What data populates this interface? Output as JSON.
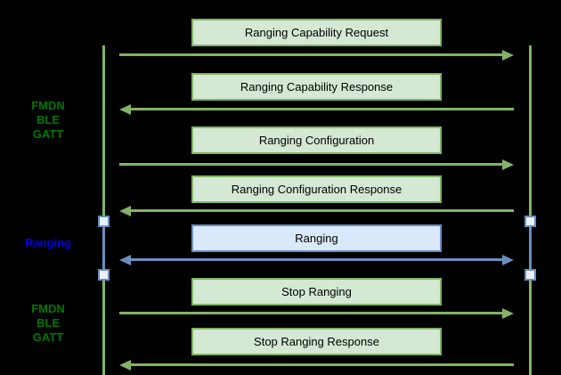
{
  "colors": {
    "background": "#000000",
    "green_box_fill": "#d5e8d4",
    "green_stroke": "#82b366",
    "blue_box_fill": "#dae8fc",
    "blue_stroke": "#6c8ebf",
    "side_label_green": "#007700",
    "side_label_blue": "#0000e6",
    "message_text": "#000000"
  },
  "side_labels": [
    {
      "name": "fmdn-ble-gatt-top",
      "lines": [
        "FMDN",
        "BLE",
        "GATT"
      ]
    },
    {
      "name": "ranging",
      "lines": [
        "Ranging"
      ]
    },
    {
      "name": "fmdn-ble-gatt-bottom",
      "lines": [
        "FMDN",
        "BLE",
        "GATT"
      ]
    }
  ],
  "messages": [
    {
      "label": "Ranging Capability Request",
      "direction": "right",
      "style": "green"
    },
    {
      "label": "Ranging Capability Response",
      "direction": "left",
      "style": "green"
    },
    {
      "label": "Ranging Configuration",
      "direction": "right",
      "style": "green"
    },
    {
      "label": "Ranging Configuration Response",
      "direction": "left",
      "style": "green"
    },
    {
      "label": "Ranging",
      "direction": "both",
      "style": "blue"
    },
    {
      "label": "Stop Ranging",
      "direction": "right",
      "style": "green"
    },
    {
      "label": "Stop Ranging Response",
      "direction": "left",
      "style": "green"
    }
  ]
}
